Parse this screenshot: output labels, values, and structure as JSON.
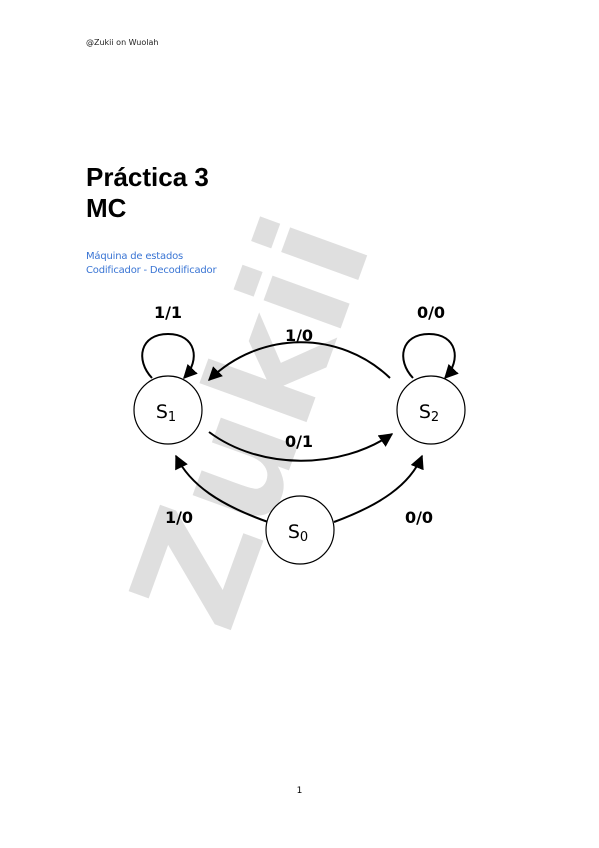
{
  "header": {
    "tag": "@Zukii on Wuolah"
  },
  "title": {
    "line1": "Práctica 3",
    "line2": "MC"
  },
  "subtitle": {
    "line1": "Máquina de estados",
    "line2": "Codificador - Decodificador"
  },
  "watermark": {
    "text": "Zukii",
    "color": "#d9d9d9"
  },
  "diagram": {
    "states": {
      "s1": {
        "main": "S",
        "sub": "1"
      },
      "s2": {
        "main": "S",
        "sub": "2"
      },
      "s0": {
        "main": "S",
        "sub": "0"
      }
    },
    "edges": {
      "s1_self": "1/1",
      "s2_self": "0/0",
      "s2_to_s1": "1/0",
      "s1_to_s2": "0/1",
      "s0_to_s1": "1/0",
      "s0_to_s2": "0/0"
    }
  },
  "footer": {
    "page_number": "1"
  },
  "colors": {
    "subtitle": "#3a75d4",
    "text": "#000000"
  }
}
